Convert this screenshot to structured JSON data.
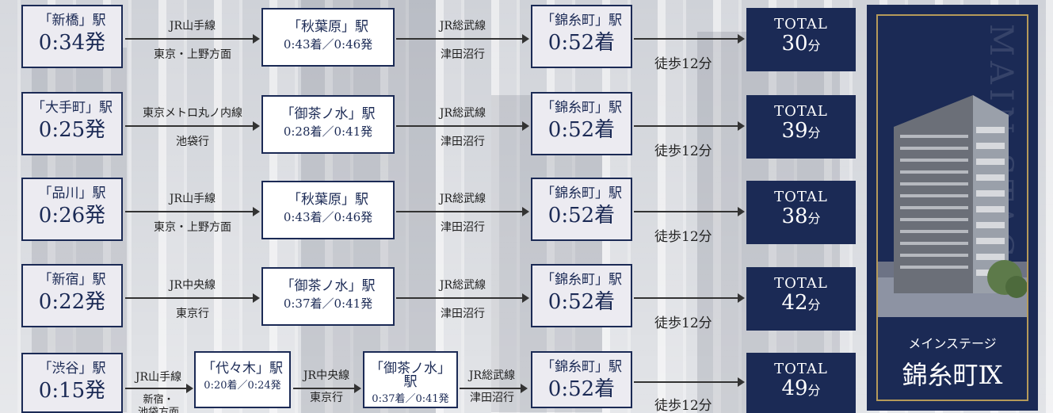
{
  "routes": [
    {
      "origin": {
        "name": "「新橋」駅",
        "time": "0:34発"
      },
      "seg1": {
        "line": "JR山手線",
        "dir": "東京・上野方面"
      },
      "transfer": {
        "name": "「秋葉原」駅",
        "time": "0:43着／0:46発"
      },
      "seg2": {
        "line": "JR総武線",
        "dir": "津田沼行"
      },
      "dest": {
        "name": "「錦糸町」駅",
        "time": "0:52着"
      },
      "walk": "徒歩12分",
      "total": {
        "label": "TOTAL",
        "value": "30",
        "unit": "分"
      }
    },
    {
      "origin": {
        "name": "「大手町」駅",
        "time": "0:25発"
      },
      "seg1": {
        "line": "東京メトロ丸ノ内線",
        "dir": "池袋行"
      },
      "transfer": {
        "name": "「御茶ノ水」駅",
        "time": "0:28着／0:41発"
      },
      "seg2": {
        "line": "JR総武線",
        "dir": "津田沼行"
      },
      "dest": {
        "name": "「錦糸町」駅",
        "time": "0:52着"
      },
      "walk": "徒歩12分",
      "total": {
        "label": "TOTAL",
        "value": "39",
        "unit": "分"
      }
    },
    {
      "origin": {
        "name": "「品川」駅",
        "time": "0:26発"
      },
      "seg1": {
        "line": "JR山手線",
        "dir": "東京・上野方面"
      },
      "transfer": {
        "name": "「秋葉原」駅",
        "time": "0:43着／0:46発"
      },
      "seg2": {
        "line": "JR総武線",
        "dir": "津田沼行"
      },
      "dest": {
        "name": "「錦糸町」駅",
        "time": "0:52着"
      },
      "walk": "徒歩12分",
      "total": {
        "label": "TOTAL",
        "value": "38",
        "unit": "分"
      }
    },
    {
      "origin": {
        "name": "「新宿」駅",
        "time": "0:22発"
      },
      "seg1": {
        "line": "JR中央線",
        "dir": "東京行"
      },
      "transfer": {
        "name": "「御茶ノ水」駅",
        "time": "0:37着／0:41発"
      },
      "seg2": {
        "line": "JR総武線",
        "dir": "津田沼行"
      },
      "dest": {
        "name": "「錦糸町」駅",
        "time": "0:52着"
      },
      "walk": "徒歩12分",
      "total": {
        "label": "TOTAL",
        "value": "42",
        "unit": "分"
      }
    }
  ],
  "route5": {
    "origin": {
      "name": "「渋谷」駅",
      "time": "0:15発"
    },
    "seg1": {
      "line": "JR山手線",
      "dir1": "新宿・",
      "dir2": "池袋方面"
    },
    "transfer1": {
      "name": "「代々木」駅",
      "time": "0:20着／0:24発"
    },
    "seg2": {
      "line": "JR中央線",
      "dir": "東京行"
    },
    "transfer2": {
      "name": "「御茶ノ水」駅",
      "time": "0:37着／0:41発"
    },
    "seg3": {
      "line": "JR総武線",
      "dir": "津田沼行"
    },
    "dest": {
      "name": "「錦糸町」駅",
      "time": "0:52着"
    },
    "walk": "徒歩12分",
    "total": {
      "label": "TOTAL",
      "value": "49",
      "unit": "分"
    }
  },
  "panel": {
    "ghost_text": "MAIN STAGE",
    "subtitle": "メインステージ",
    "title": "錦糸町Ⅸ"
  },
  "colors": {
    "navy": "#1b2a55",
    "gold": "#b59a5a",
    "station_bg": "#ecebf1"
  }
}
